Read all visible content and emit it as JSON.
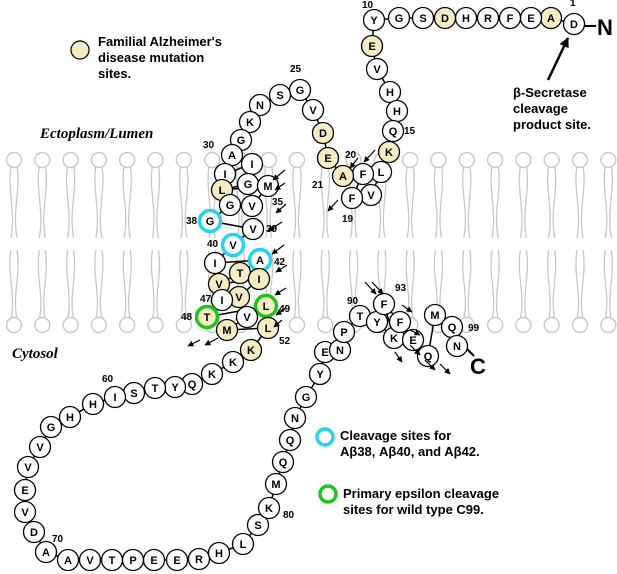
{
  "regions": {
    "ectoplasm": "Ectoplasm/Lumen",
    "cytosol": "Cytosol"
  },
  "legend": {
    "fad_line1": "Familial Alzheimer's",
    "fad_line2": "disease mutation",
    "fad_line3": "sites.",
    "beta_line1": "β-Secretase",
    "beta_line2": "cleavage",
    "beta_line3": "product site.",
    "cyan_line1": "Cleavage sites for",
    "cyan_line2": "Aβ38, Aβ40, and Aβ42.",
    "green_line1": "Primary epsilon cleavage",
    "green_line2": "sites for wild type C99."
  },
  "termini": {
    "n": "N",
    "c": "C"
  },
  "colors": {
    "fad_fill": "#f5ecc4",
    "cyan_ring": "#28d3ee",
    "green_ring": "#22c21f",
    "membrane": "#c8c8c8"
  },
  "residues": [
    {
      "n": 1,
      "aa": "D",
      "fad": false
    },
    {
      "n": 2,
      "aa": "A",
      "fad": true
    },
    {
      "n": 3,
      "aa": "E",
      "fad": false
    },
    {
      "n": 4,
      "aa": "F",
      "fad": false
    },
    {
      "n": 5,
      "aa": "R",
      "fad": false
    },
    {
      "n": 6,
      "aa": "H",
      "fad": false
    },
    {
      "n": 7,
      "aa": "D",
      "fad": true
    },
    {
      "n": 8,
      "aa": "S",
      "fad": false
    },
    {
      "n": 9,
      "aa": "G",
      "fad": false
    },
    {
      "n": 10,
      "aa": "Y",
      "fad": false
    },
    {
      "n": 11,
      "aa": "E",
      "fad": true
    },
    {
      "n": 12,
      "aa": "V",
      "fad": false
    },
    {
      "n": 13,
      "aa": "H",
      "fad": false
    },
    {
      "n": 14,
      "aa": "H",
      "fad": false
    },
    {
      "n": 15,
      "aa": "Q",
      "fad": false
    },
    {
      "n": 16,
      "aa": "K",
      "fad": true
    },
    {
      "n": 17,
      "aa": "L",
      "fad": false
    },
    {
      "n": 18,
      "aa": "V",
      "fad": false
    },
    {
      "n": 19,
      "aa": "F",
      "fad": false
    },
    {
      "n": 20,
      "aa": "F",
      "fad": false
    },
    {
      "n": 21,
      "aa": "A",
      "fad": true
    },
    {
      "n": 22,
      "aa": "E",
      "fad": true
    },
    {
      "n": 23,
      "aa": "D",
      "fad": true
    },
    {
      "n": 24,
      "aa": "V",
      "fad": false
    },
    {
      "n": 25,
      "aa": "G",
      "fad": false
    },
    {
      "n": 26,
      "aa": "S",
      "fad": false
    },
    {
      "n": 27,
      "aa": "N",
      "fad": false
    },
    {
      "n": 28,
      "aa": "K",
      "fad": false
    },
    {
      "n": 29,
      "aa": "G",
      "fad": false
    },
    {
      "n": 30,
      "aa": "A",
      "fad": false
    },
    {
      "n": 31,
      "aa": "I",
      "fad": false
    },
    {
      "n": 32,
      "aa": "I",
      "fad": false
    },
    {
      "n": 33,
      "aa": "G",
      "fad": false
    },
    {
      "n": 34,
      "aa": "L",
      "fad": true
    },
    {
      "n": 35,
      "aa": "M",
      "fad": false
    },
    {
      "n": 36,
      "aa": "V",
      "fad": false
    },
    {
      "n": 37,
      "aa": "G",
      "fad": false
    },
    {
      "n": 38,
      "aa": "G",
      "fad": false
    },
    {
      "n": 39,
      "aa": "V",
      "fad": false
    },
    {
      "n": 40,
      "aa": "V",
      "fad": false
    },
    {
      "n": 41,
      "aa": "I",
      "fad": false
    },
    {
      "n": 42,
      "aa": "A",
      "fad": false
    },
    {
      "n": 43,
      "aa": "T",
      "fad": true
    },
    {
      "n": 44,
      "aa": "V",
      "fad": true
    },
    {
      "n": 45,
      "aa": "I",
      "fad": true
    },
    {
      "n": 46,
      "aa": "V",
      "fad": true
    },
    {
      "n": 47,
      "aa": "I",
      "fad": false
    },
    {
      "n": 48,
      "aa": "T",
      "fad": true
    },
    {
      "n": 49,
      "aa": "L",
      "fad": true
    },
    {
      "n": 50,
      "aa": "V",
      "fad": false
    },
    {
      "n": 51,
      "aa": "M",
      "fad": true
    },
    {
      "n": 52,
      "aa": "L",
      "fad": true
    },
    {
      "n": 53,
      "aa": "K",
      "fad": true
    },
    {
      "n": 54,
      "aa": "K",
      "fad": false
    },
    {
      "n": 55,
      "aa": "K",
      "fad": false
    },
    {
      "n": 56,
      "aa": "Q",
      "fad": false
    },
    {
      "n": 57,
      "aa": "Y",
      "fad": false
    },
    {
      "n": 58,
      "aa": "T",
      "fad": false
    },
    {
      "n": 59,
      "aa": "S",
      "fad": false
    },
    {
      "n": 60,
      "aa": "I",
      "fad": false
    },
    {
      "n": 61,
      "aa": "H",
      "fad": false
    },
    {
      "n": 62,
      "aa": "H",
      "fad": false
    },
    {
      "n": 63,
      "aa": "G",
      "fad": false
    },
    {
      "n": 64,
      "aa": "V",
      "fad": false
    },
    {
      "n": 65,
      "aa": "V",
      "fad": false
    },
    {
      "n": 66,
      "aa": "E",
      "fad": false
    },
    {
      "n": 67,
      "aa": "V",
      "fad": false
    },
    {
      "n": 68,
      "aa": "D",
      "fad": false
    },
    {
      "n": 69,
      "aa": "A",
      "fad": false
    },
    {
      "n": 70,
      "aa": "A",
      "fad": false
    },
    {
      "n": 71,
      "aa": "V",
      "fad": false
    },
    {
      "n": 72,
      "aa": "T",
      "fad": false
    },
    {
      "n": 73,
      "aa": "P",
      "fad": false
    },
    {
      "n": 74,
      "aa": "E",
      "fad": false
    },
    {
      "n": 75,
      "aa": "E",
      "fad": false
    },
    {
      "n": 76,
      "aa": "R",
      "fad": false
    },
    {
      "n": 77,
      "aa": "H",
      "fad": false
    },
    {
      "n": 78,
      "aa": "L",
      "fad": false
    },
    {
      "n": 79,
      "aa": "S",
      "fad": false
    },
    {
      "n": 80,
      "aa": "K",
      "fad": false
    },
    {
      "n": 81,
      "aa": "M",
      "fad": false
    },
    {
      "n": 82,
      "aa": "Q",
      "fad": false
    },
    {
      "n": 83,
      "aa": "Q",
      "fad": false
    },
    {
      "n": 84,
      "aa": "N",
      "fad": false
    },
    {
      "n": 85,
      "aa": "G",
      "fad": false
    },
    {
      "n": 86,
      "aa": "Y",
      "fad": false
    },
    {
      "n": 87,
      "aa": "E",
      "fad": false
    },
    {
      "n": 88,
      "aa": "N",
      "fad": false
    },
    {
      "n": 89,
      "aa": "P",
      "fad": false
    },
    {
      "n": 90,
      "aa": "T",
      "fad": false
    },
    {
      "n": 91,
      "aa": "Y",
      "fad": false
    },
    {
      "n": 92,
      "aa": "K",
      "fad": false
    },
    {
      "n": 93,
      "aa": "F",
      "fad": false
    },
    {
      "n": 94,
      "aa": "F",
      "fad": false
    },
    {
      "n": 95,
      "aa": "E",
      "fad": false
    },
    {
      "n": 96,
      "aa": "Q",
      "fad": false
    },
    {
      "n": 97,
      "aa": "M",
      "fad": false
    },
    {
      "n": 98,
      "aa": "Q",
      "fad": false
    },
    {
      "n": 99,
      "aa": "N",
      "fad": false
    }
  ],
  "cyan_sites": [
    38,
    40,
    42
  ],
  "green_sites": [
    48,
    49
  ],
  "number_labels": [
    "1",
    "10",
    "15",
    "19",
    "20",
    "21",
    "25",
    "30",
    "35",
    "38",
    "39",
    "40",
    "42",
    "47",
    "48",
    "49",
    "52",
    "60",
    "70",
    "80",
    "90",
    "93",
    "99"
  ]
}
